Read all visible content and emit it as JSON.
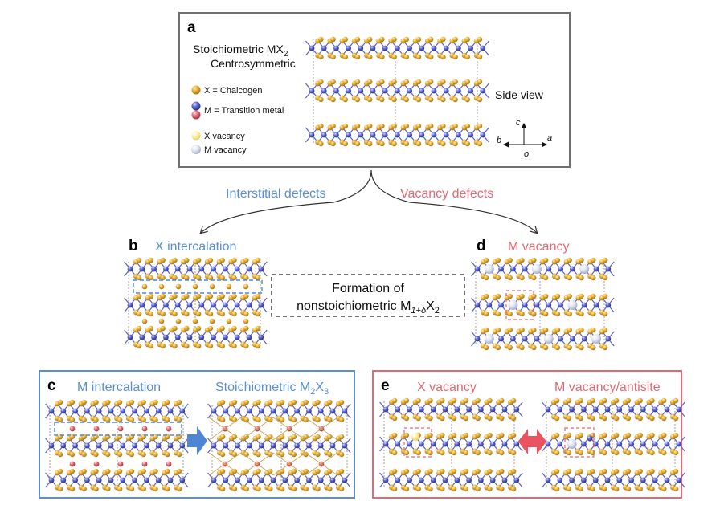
{
  "panel_a": {
    "letter": "a",
    "title1": "Stoichiometric MX",
    "title1_sub": "2",
    "title2": "Centrosymmetric",
    "legend": [
      {
        "text": "X = Chalcogen"
      },
      {
        "text": "M = Transition metal"
      },
      {
        "text": "X vacancy"
      },
      {
        "text": "M vacancy"
      }
    ],
    "side_view": "Side view",
    "axes": {
      "c": "c",
      "b": "b",
      "a": "a",
      "o": "o"
    }
  },
  "arrows": {
    "left": "Interstitial defects",
    "right": "Vacancy defects"
  },
  "panel_b": {
    "letter": "b",
    "title": "X intercalation"
  },
  "panel_d": {
    "letter": "d",
    "title": "M vacancy"
  },
  "center": {
    "line1": "Formation of",
    "line2_pre": "nonstoichiometric M",
    "line2_sub": "1+δ",
    "line2_mid": "X",
    "line2_sub2": "2"
  },
  "panel_c": {
    "letter": "c",
    "left_title": "M intercalation",
    "right_title_pre": "Stoichiometric M",
    "right_sub1": "2",
    "right_mid": "X",
    "right_sub2": "3"
  },
  "panel_e": {
    "letter": "e",
    "left_title": "X vacancy",
    "right_title": "M vacancy/antisite"
  },
  "colors": {
    "chalcogen": "#e0a92a",
    "metal": "#5a62c4",
    "metal_red": "#e3707a",
    "blue_frame": "#5b8fd0",
    "red_frame": "#e06a73",
    "gray_frame": "#707070"
  }
}
